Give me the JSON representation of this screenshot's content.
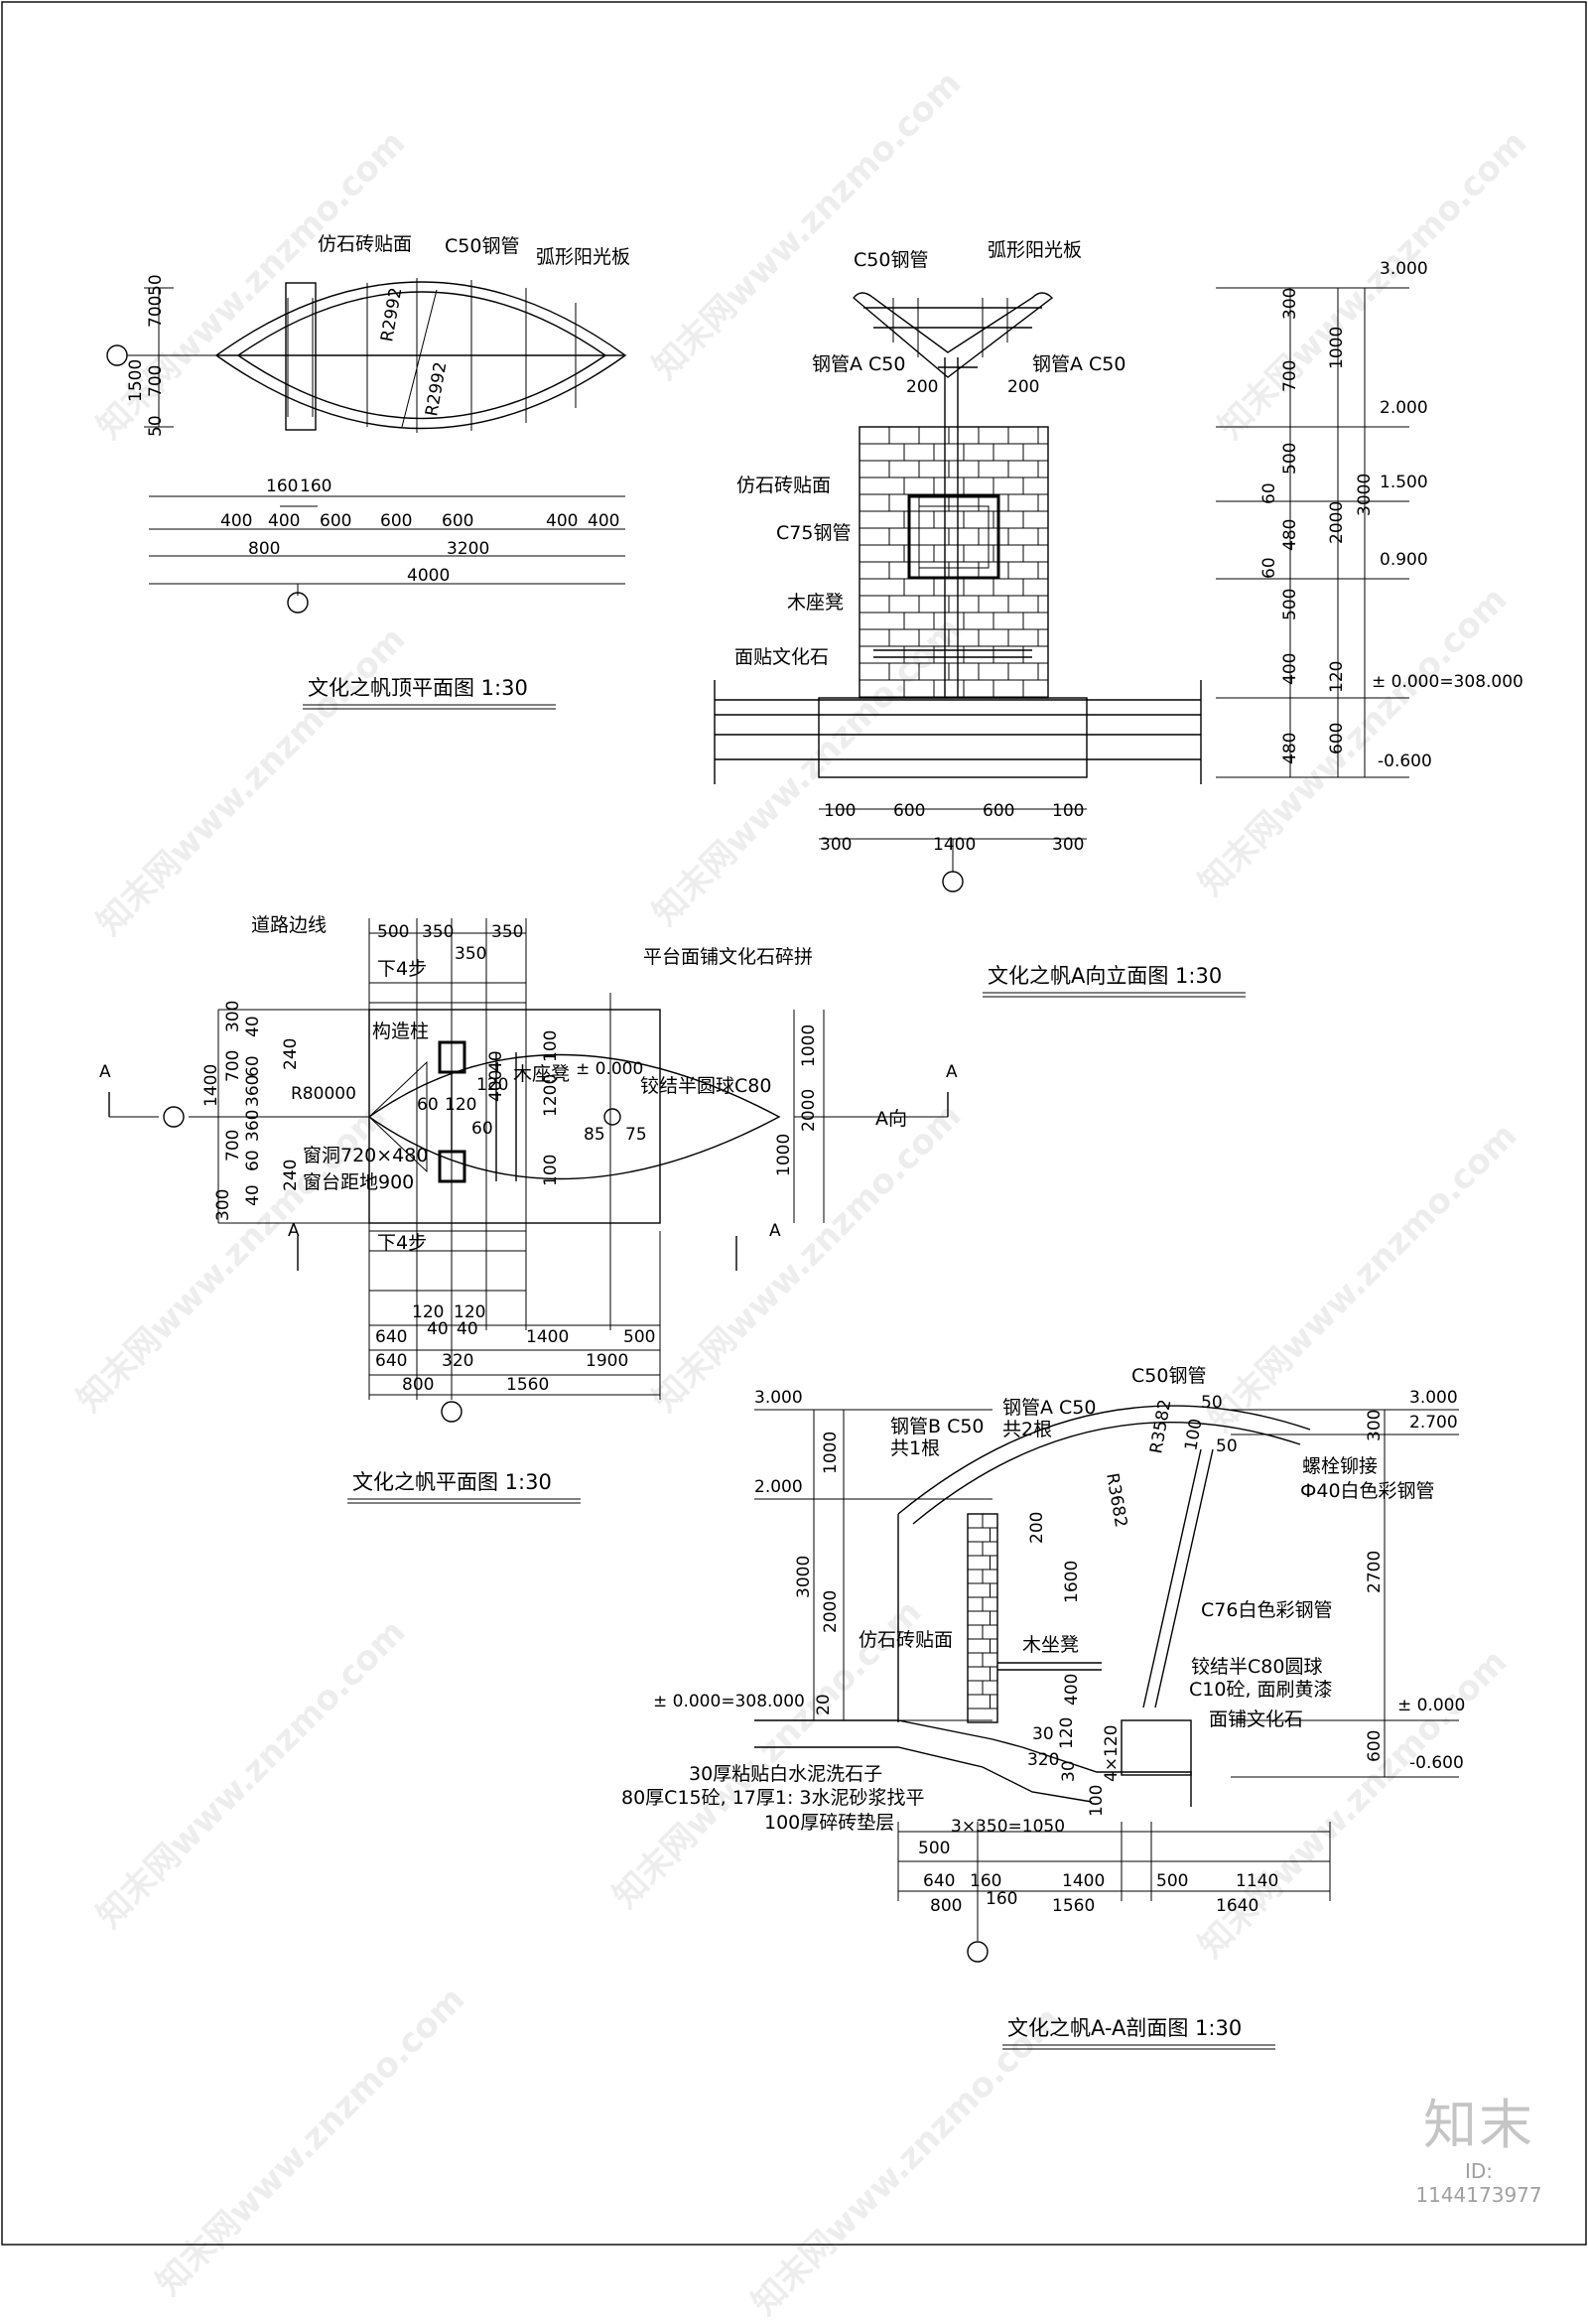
{
  "titles": {
    "top_plan": "文化之帆顶平面图  1:30",
    "elevation": "文化之帆A向立面图  1:30",
    "plan": "文化之帆平面图  1:30",
    "section": "文化之帆A-A剖面图 1:30"
  },
  "top_plan": {
    "labels": [
      "仿石砖贴面",
      "C50钢管",
      "弧形阳光板",
      "R2992",
      "R2992"
    ],
    "dims_left": [
      "700",
      "700",
      "1500",
      "50",
      "50"
    ],
    "dims_bottom_row1": [
      "160",
      "160"
    ],
    "dims_bottom_row2": [
      "400",
      "400",
      "600",
      "600",
      "600",
      "400",
      "400"
    ],
    "dims_bottom_row3": [
      "800",
      "3200"
    ],
    "dims_bottom_row4": [
      "4000"
    ]
  },
  "elevation": {
    "labels": [
      "C50钢管",
      "弧形阳光板",
      "钢管A C50",
      "钢管A C50",
      "仿石砖贴面",
      "C75钢管",
      "木座凳",
      "面贴文化石"
    ],
    "dims_small": [
      "200",
      "200"
    ],
    "dims_bottom_row1": [
      "100",
      "600",
      "600",
      "100"
    ],
    "dims_bottom_row2": [
      "300",
      "1400",
      "300"
    ],
    "dims_side_inner": [
      "300",
      "700",
      "500",
      "60",
      "480",
      "60",
      "500",
      "400",
      "120",
      "480"
    ],
    "dims_side_outer": [
      "1000",
      "2000",
      "3000",
      "600"
    ],
    "levels": [
      "3.000",
      "2.000",
      "1.500",
      "0.900",
      "± 0.000=308.000",
      "-0.600"
    ]
  },
  "plan": {
    "labels": [
      "道路边线",
      "平台面铺文化石碎拼",
      "构造柱",
      "木座凳",
      "± 0.000",
      "铰结半圆球C80",
      "窗洞720×480",
      "窗台距地900",
      "下4步",
      "下4步",
      "A向",
      "R80000"
    ],
    "section_marks": [
      "A",
      "A",
      "A",
      "A"
    ],
    "dims_top": [
      "500",
      "350",
      "350",
      "350"
    ],
    "dims_left_outer": [
      "300",
      "700",
      "1400",
      "700",
      "300"
    ],
    "dims_left_inner": [
      "40",
      "60",
      "240",
      "360",
      "360",
      "60",
      "240",
      "40"
    ],
    "dims_mid": [
      "60",
      "120",
      "60",
      "400",
      "1200",
      "100",
      "40",
      "120",
      "100",
      "85",
      "75"
    ],
    "dims_right": [
      "1000",
      "2000",
      "1000"
    ],
    "dims_bottom_row1": [
      "120",
      "120"
    ],
    "dims_bottom_row2": [
      "640",
      "40",
      "40",
      "1400",
      "500"
    ],
    "dims_bottom_row3": [
      "640",
      "320",
      "1900"
    ],
    "dims_bottom_row4": [
      "800",
      "1560"
    ]
  },
  "section": {
    "labels": [
      "C50钢管",
      "钢管A C50",
      "共2根",
      "钢管B C50",
      "共1根",
      "螺栓铆接",
      "Ф40白色彩钢管",
      "C76白色彩钢管",
      "仿石砖贴面",
      "木坐凳",
      "铰结半C80圆球",
      "C10砼, 面刷黄漆",
      "面铺文化石",
      "30厚粘贴白水泥洗石子",
      "80厚C15砼, 17厚1: 3水泥砂浆找平",
      "100厚碎砖垫层",
      "3×350=1050"
    ],
    "radii": [
      "R3682",
      "R3582"
    ],
    "small_dims": [
      "50",
      "100",
      "50",
      "200",
      "1600",
      "400",
      "30",
      "320",
      "30",
      "4×120",
      "120",
      "100",
      "20"
    ],
    "levels": [
      "3.000",
      "2.000",
      "± 0.000=308.000",
      "3.000",
      "2.700",
      "± 0.000",
      "-0.600"
    ],
    "dims_left": [
      "1000",
      "3000",
      "2000"
    ],
    "dims_right": [
      "300",
      "2700",
      "600"
    ],
    "dims_bottom_row1": [
      "500"
    ],
    "dims_bottom_row2": [
      "640",
      "160",
      "1400",
      "500",
      "1140"
    ],
    "dims_bottom_row3": [
      "800",
      "160",
      "1560",
      "1640"
    ]
  },
  "watermarks": [
    "知末网www.znzmo.com"
  ],
  "brand": {
    "logo": "知末",
    "id": "ID: 1144173977"
  }
}
